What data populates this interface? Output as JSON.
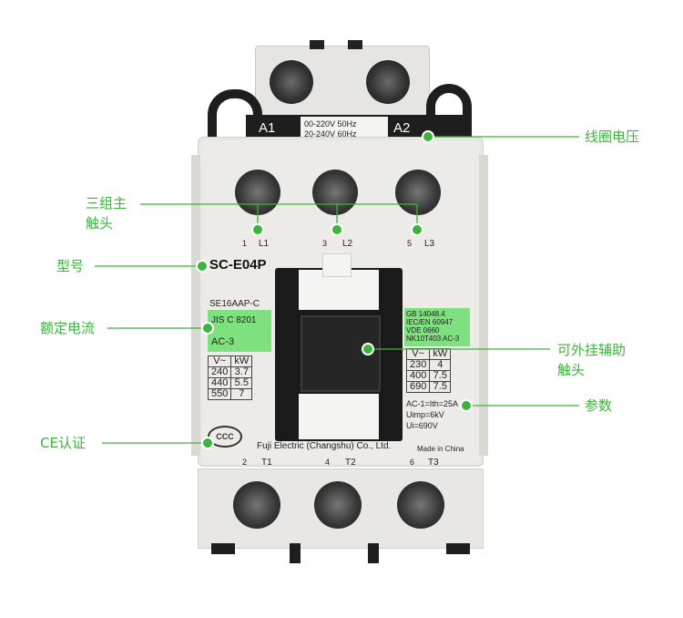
{
  "callouts": {
    "coil_voltage": "线圈电压",
    "main_contacts": [
      "三组主",
      "触头"
    ],
    "model": "型号",
    "rated_current": "额定电流",
    "aux_contacts": [
      "可外挂辅助",
      "触头"
    ],
    "parameters": "参数",
    "ce_cert": "CE认证"
  },
  "device": {
    "coil_terminal_left": "A1",
    "coil_terminal_right": "A2",
    "coil_voltage_1": "00-220V 50Hz",
    "coil_voltage_2": "20-240V 60Hz",
    "top_terminals": [
      {
        "num": "1",
        "label": "L1"
      },
      {
        "num": "3",
        "label": "L2"
      },
      {
        "num": "5",
        "label": "L3"
      }
    ],
    "bottom_terminals": [
      {
        "num": "2",
        "label": "T1"
      },
      {
        "num": "4",
        "label": "T2"
      },
      {
        "num": "6",
        "label": "T3"
      }
    ],
    "model": "SC-E04P",
    "sub_model": "SE16AAP-C",
    "jis": "JIS C 8201",
    "ac_left": "AC-3",
    "left_table": {
      "header": [
        "V~",
        "kW"
      ],
      "rows": [
        [
          "240",
          "3.7"
        ],
        [
          "440",
          "5.5"
        ],
        [
          "550",
          "7"
        ]
      ]
    },
    "std_1": "GB 14048.4",
    "std_2": "IEC/EN 60947",
    "std_3": "VDE 0660",
    "std_4": "NK10T403  AC-3",
    "right_table": {
      "header": [
        "V~",
        "kW"
      ],
      "rows": [
        [
          "230",
          "4"
        ],
        [
          "400",
          "7.5"
        ],
        [
          "690",
          "7.5"
        ]
      ]
    },
    "param_1": "AC-1=Ith=25A",
    "param_2": "Uimp=6kV",
    "param_3": "Ui=690V",
    "manufacturer": "Fuji Electric (Changshu) Co., Ltd.",
    "made_in": "Made in China",
    "ccc_mark": "CCC"
  },
  "colors": {
    "accent": "#3bb43b",
    "housing": "#ecebe7",
    "dark": "#1e1e1e",
    "highlight": "#7ee07e"
  }
}
